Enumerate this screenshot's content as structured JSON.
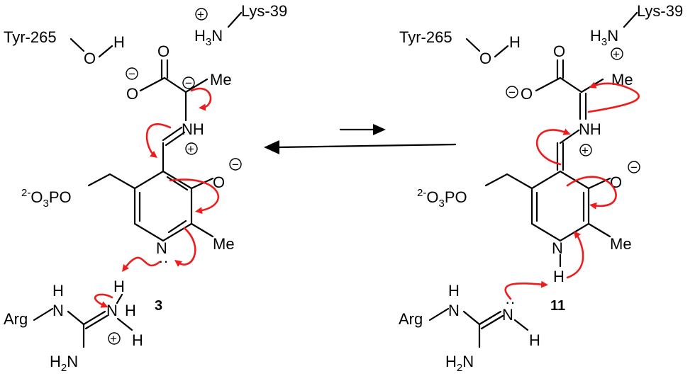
{
  "left": {
    "tyr": "Tyr-265",
    "o": "O",
    "h": "H",
    "lys": "Lys-39",
    "h3n": {
      "h": "H",
      "three": "3",
      "n": "N"
    },
    "carbonyl_o": "O",
    "carboxylate_o": "O",
    "me": "Me",
    "nh": "NH",
    "phenoxide_o": "O",
    "phosphate": {
      "pre": "2-",
      "o": "O",
      "three": "3",
      "po": "PO"
    },
    "ring_n": "N",
    "ring_me": "Me",
    "proton_h": "H",
    "arg": "Arg",
    "arg_nh": {
      "h": "H",
      "n": "N"
    },
    "arg_nh2plus": {
      "n": "N",
      "h_top": "H",
      "h_right": "H"
    },
    "h2n": {
      "h": "H",
      "two": "2",
      "n": "N"
    },
    "compound_number": "3"
  },
  "right": {
    "tyr": "Tyr-265",
    "o": "O",
    "h": "H",
    "lys": "Lys-39",
    "h3n": {
      "h": "H",
      "three": "3",
      "n": "N"
    },
    "carbonyl_o": "O",
    "carboxylate_o": "O",
    "me": "Me",
    "nh": "NH",
    "phenoxide_o": "O",
    "phosphate": {
      "pre": "2-",
      "o": "O",
      "three": "3",
      "po": "PO"
    },
    "ring_n": "N",
    "ring_h": "H",
    "ring_me": "Me",
    "arg": "Arg",
    "arg_nh": {
      "h": "H",
      "n": "N"
    },
    "arg_n": {
      "n": "N",
      "h": "H"
    },
    "h2n": {
      "h": "H",
      "two": "2",
      "n": "N"
    },
    "compound_number": "11"
  },
  "charge_symbols": {
    "plus": "+",
    "minus": "−",
    "lone_pair": "··"
  },
  "colors": {
    "arrow_push": "#ee1c1c",
    "bond": "#000000",
    "background": "#ffffff"
  }
}
